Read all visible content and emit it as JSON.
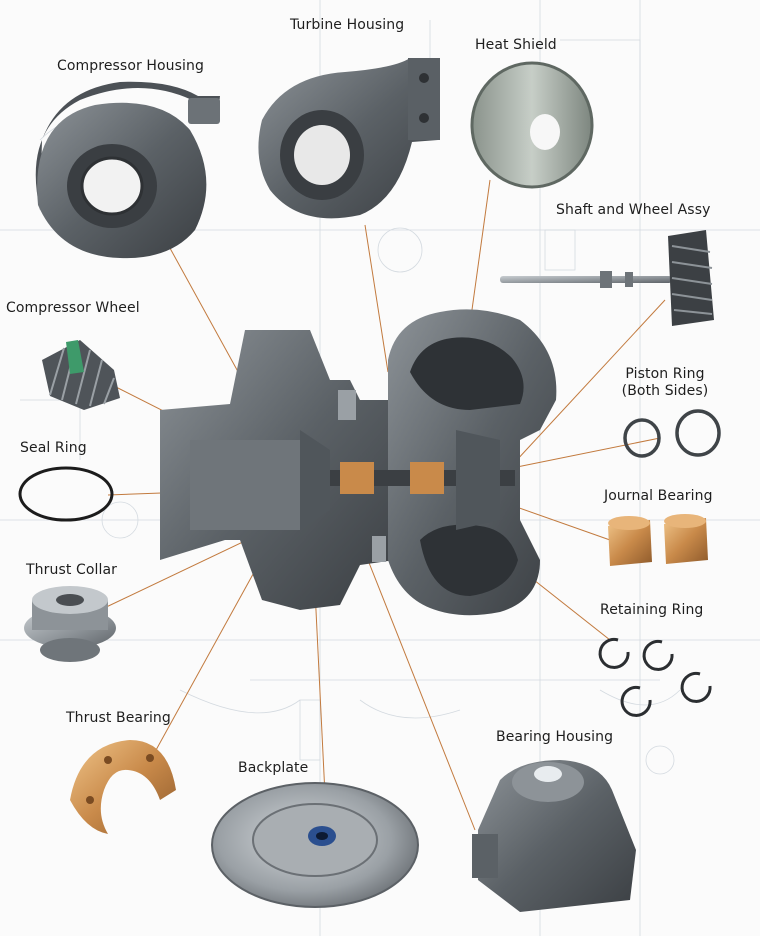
{
  "colors": {
    "leader_line": "#c27a3e",
    "metal_dark": "#4a4e52",
    "metal_mid": "#7c8288",
    "metal_light": "#b9bec2",
    "bronze": "#c98a4a",
    "blueprint": "#c9d1d8",
    "label_text": "#1e1e1e"
  },
  "labels": {
    "compressor_housing": "Compressor Housing",
    "turbine_housing": "Turbine Housing",
    "heat_shield": "Heat Shield",
    "shaft_and_wheel": "Shaft and Wheel Assy",
    "compressor_wheel": "Compressor Wheel",
    "piston_ring_line1": "Piston Ring",
    "piston_ring_line2": "(Both Sides)",
    "seal_ring": "Seal Ring",
    "journal_bearing": "Journal Bearing",
    "thrust_collar": "Thrust Collar",
    "retaining_ring": "Retaining Ring",
    "thrust_bearing": "Thrust Bearing",
    "bearing_housing": "Bearing Housing",
    "backplate": "Backplate"
  }
}
